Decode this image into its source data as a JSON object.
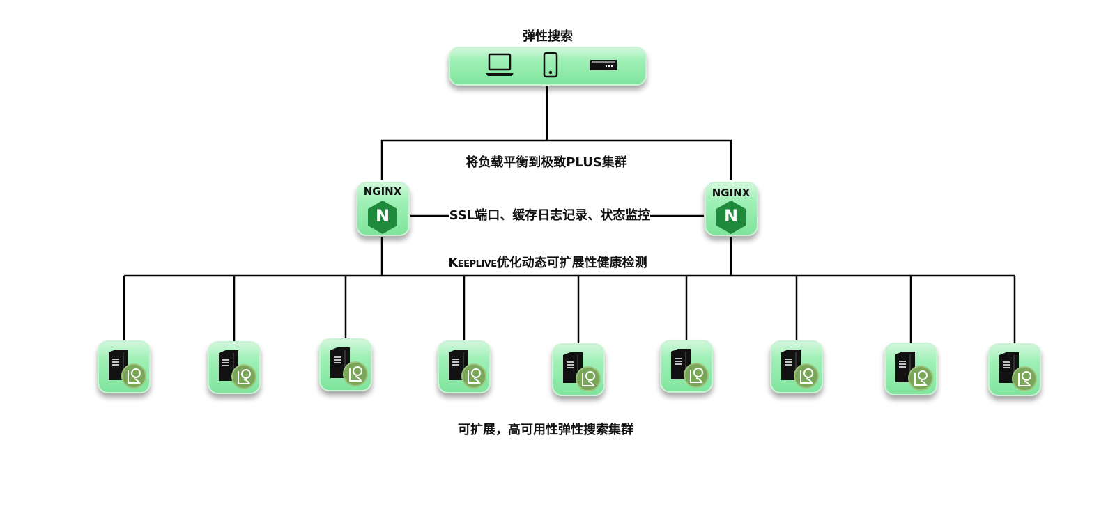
{
  "diagram": {
    "top_label": "弹性搜索",
    "lb_cluster_label": "将负载平衡到极致PLUS集群",
    "link_label": "SSL端口、缓存日志记录、状态监控",
    "health_label_prefix": "Keeplive",
    "health_label_rest": "优化动态可扩展性健康检测",
    "bottom_label": "可扩展，高可用性弹性搜索集群",
    "nginx_left_label": "NGINX",
    "nginx_right_label": "NGINX",
    "nginx_logo_letter": "N",
    "client_icons": [
      "laptop-icon",
      "phone-icon",
      "router-icon"
    ],
    "server_icon": "server-with-elasticsearch-badge-icon",
    "server_count": 9,
    "colors": {
      "tile_green": "#8fe8a8",
      "nginx_green": "#1f8a3c",
      "badge_green": "#7aa65a",
      "line": "#000000"
    }
  }
}
